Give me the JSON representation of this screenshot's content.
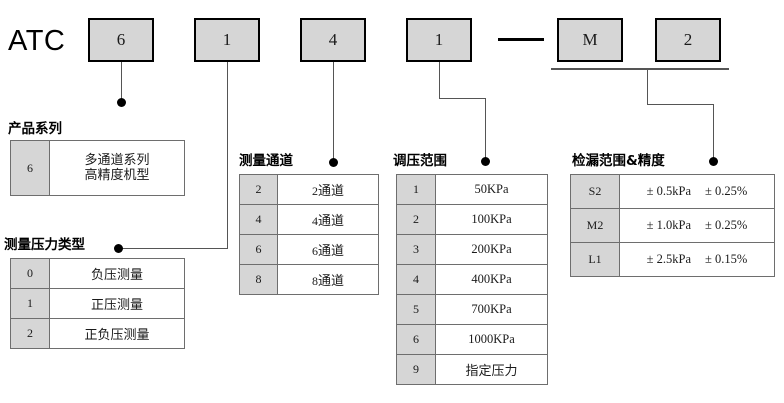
{
  "diagram": {
    "brand": "ATC",
    "separator": "—",
    "code_boxes": [
      {
        "value": "6"
      },
      {
        "value": "1"
      },
      {
        "value": "4"
      },
      {
        "value": "1"
      },
      {
        "value": "M"
      },
      {
        "value": "2"
      }
    ]
  },
  "sections": {
    "product_series": {
      "caption": "产品系列",
      "rows": [
        {
          "code": "6",
          "line1": "多通道系列",
          "line2": "高精度机型"
        }
      ]
    },
    "pressure_type": {
      "caption": "测量压力类型",
      "rows": [
        {
          "code": "0",
          "desc": "负压测量"
        },
        {
          "code": "1",
          "desc": "正压测量"
        },
        {
          "code": "2",
          "desc": "正负压测量"
        }
      ]
    },
    "channels": {
      "caption": "测量通道",
      "rows": [
        {
          "code": "2",
          "num": "2",
          "unit": "通道"
        },
        {
          "code": "4",
          "num": "4",
          "unit": "通道"
        },
        {
          "code": "6",
          "num": "6",
          "unit": "通道"
        },
        {
          "code": "8",
          "num": "8",
          "unit": "通道"
        }
      ]
    },
    "pressure_range": {
      "caption": "调压范围",
      "rows": [
        {
          "code": "1",
          "desc": "50KPa"
        },
        {
          "code": "2",
          "desc": "100KPa"
        },
        {
          "code": "3",
          "desc": "200KPa"
        },
        {
          "code": "4",
          "desc": "400KPa"
        },
        {
          "code": "5",
          "desc": "700KPa"
        },
        {
          "code": "6",
          "desc": "1000KPa"
        },
        {
          "code": "9",
          "desc": "指定压力"
        }
      ]
    },
    "leak_detection": {
      "caption": "检漏范围&精度",
      "rows": [
        {
          "code": "S2",
          "range": "± 0.5kPa",
          "accuracy": "± 0.25%"
        },
        {
          "code": "M2",
          "range": "± 1.0kPa",
          "accuracy": "± 0.25%"
        },
        {
          "code": "L1",
          "range": "± 2.5kPa",
          "accuracy": "± 0.15%"
        }
      ]
    }
  },
  "colors": {
    "box_fill": "#d6d6d6",
    "code_cell_fill": "#d6d6d6",
    "border": "#000000",
    "table_border": "#6e6e6e",
    "line": "#555555"
  }
}
